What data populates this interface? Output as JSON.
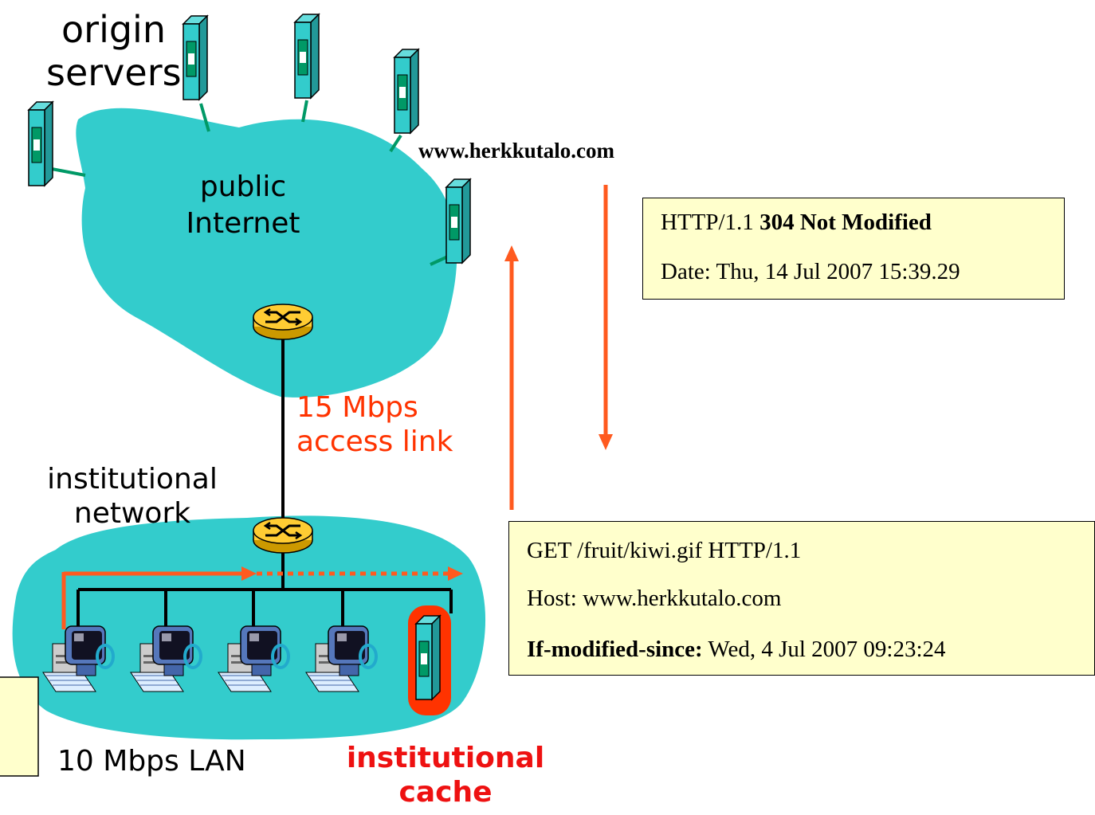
{
  "labels": {
    "origin_servers": [
      "origin",
      "servers"
    ],
    "public_internet": [
      "public",
      "Internet"
    ],
    "server_hostname": "www.herkkutalo.com",
    "access_link": [
      "15 Mbps",
      "access link"
    ],
    "institutional_network": [
      "institutional",
      "network"
    ],
    "lan": "10 Mbps LAN",
    "cache": [
      "institutional",
      "cache"
    ]
  },
  "response_box": {
    "line1_prefix": "HTTP/1.1 ",
    "line1_bold": "304 Not Modified",
    "line2": "Date: Thu, 14 Jul 2007 15:39.29"
  },
  "request_box": {
    "line1": "GET /fruit/kiwi.gif HTTP/1.1",
    "line2": "Host: www.herkkutalo.com",
    "line3_bold": "If-modified-since:",
    "line3_rest": " Wed, 4 Jul 2007 09:23:24"
  },
  "colors": {
    "cloud": "#33cccc",
    "server": "#33cccc",
    "server_window": "#009966",
    "router": "#ffcc33",
    "arrow": "#ff5a1f",
    "access_text": "#ff3300",
    "cache_text": "#ee1111",
    "cache_outline": "#ff3300",
    "note_box": "#ffffcc"
  }
}
